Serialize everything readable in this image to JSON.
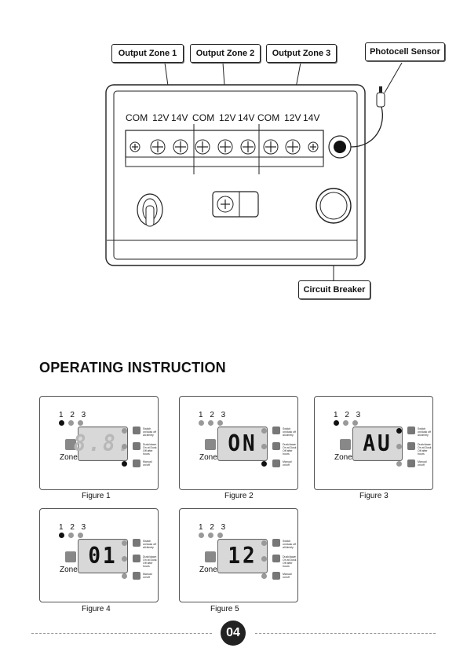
{
  "callouts": {
    "zone1": "Output Zone 1",
    "zone2": "Output Zone 2",
    "zone3": "Output Zone 3",
    "photocell": "Photocell Sensor",
    "breaker": "Circuit Breaker"
  },
  "terminal_labels": [
    "COM",
    "12V",
    "14V",
    "COM",
    "12V",
    "14V",
    "COM",
    "12V",
    "14V"
  ],
  "section_title": "OPERATING INSTRUCTION",
  "panel": {
    "zone_numbers": "1 2 3",
    "zone_label": "Zone",
    "mode_texts": [
      "Switch on/dusk off all-timely",
      "Dusk/dawn On at Dusk Off after hours",
      "Manual on/off"
    ]
  },
  "figures": [
    {
      "caption": "Figure 1",
      "display": "8.8."
    },
    {
      "caption": "Figure 2",
      "display": "ON"
    },
    {
      "caption": "Figure 3",
      "display": "AU"
    },
    {
      "caption": "Figure 4",
      "display": "01"
    },
    {
      "caption": "Figure 5",
      "display": "12"
    }
  ],
  "page_number": "04"
}
